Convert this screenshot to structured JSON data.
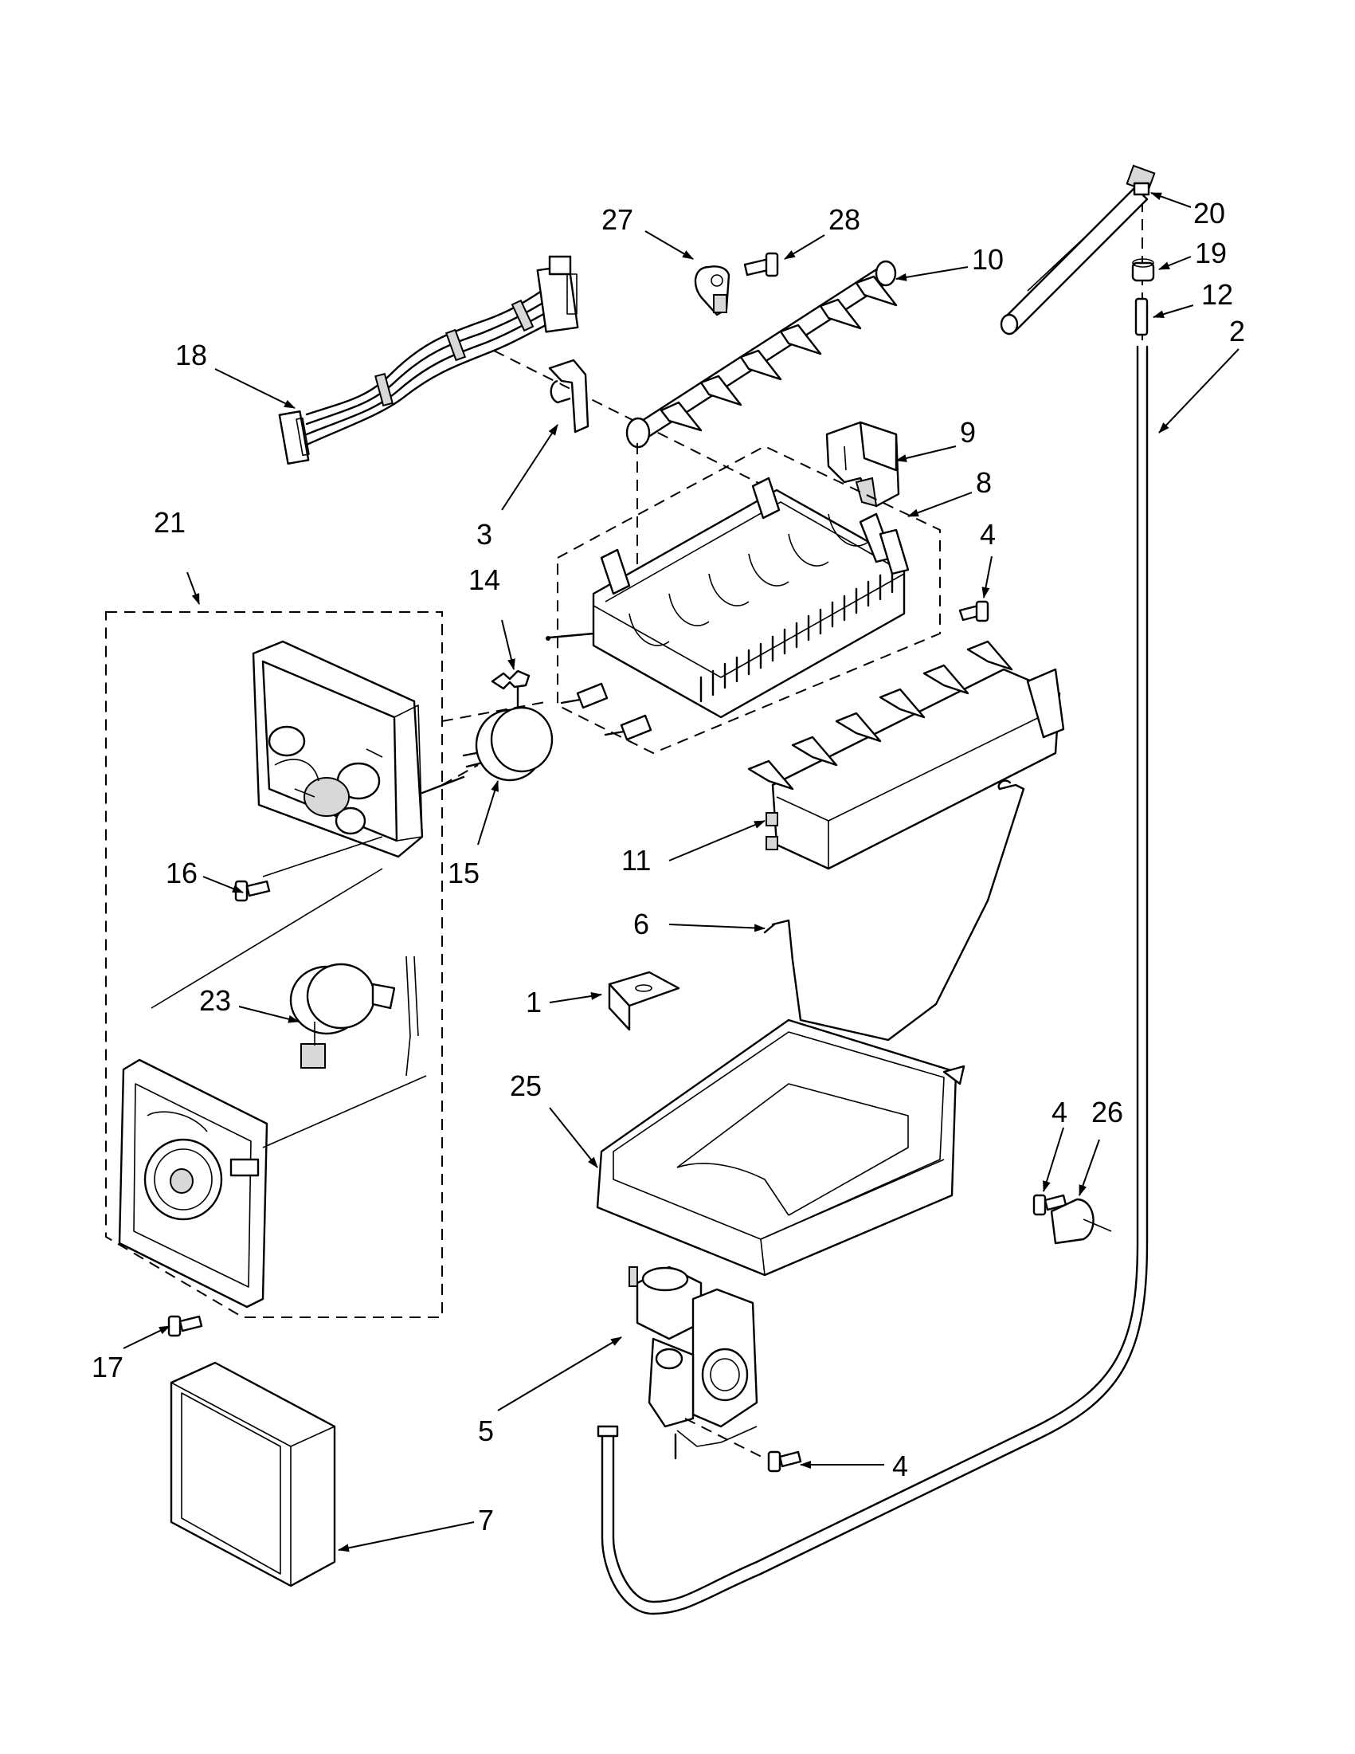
{
  "diagram": {
    "callouts": [
      {
        "id": "1",
        "label": "1"
      },
      {
        "id": "2",
        "label": "2"
      },
      {
        "id": "3",
        "label": "3"
      },
      {
        "id": "4a",
        "label": "4"
      },
      {
        "id": "4b",
        "label": "4"
      },
      {
        "id": "4c",
        "label": "4"
      },
      {
        "id": "5",
        "label": "5"
      },
      {
        "id": "6",
        "label": "6"
      },
      {
        "id": "7",
        "label": "7"
      },
      {
        "id": "8",
        "label": "8"
      },
      {
        "id": "9",
        "label": "9"
      },
      {
        "id": "10",
        "label": "10"
      },
      {
        "id": "11",
        "label": "11"
      },
      {
        "id": "12",
        "label": "12"
      },
      {
        "id": "14",
        "label": "14"
      },
      {
        "id": "15",
        "label": "15"
      },
      {
        "id": "16",
        "label": "16"
      },
      {
        "id": "17",
        "label": "17"
      },
      {
        "id": "18",
        "label": "18"
      },
      {
        "id": "19",
        "label": "19"
      },
      {
        "id": "20",
        "label": "20"
      },
      {
        "id": "21",
        "label": "21"
      },
      {
        "id": "23",
        "label": "23"
      },
      {
        "id": "25",
        "label": "25"
      },
      {
        "id": "26",
        "label": "26"
      },
      {
        "id": "27",
        "label": "27"
      },
      {
        "id": "28",
        "label": "28"
      }
    ]
  }
}
